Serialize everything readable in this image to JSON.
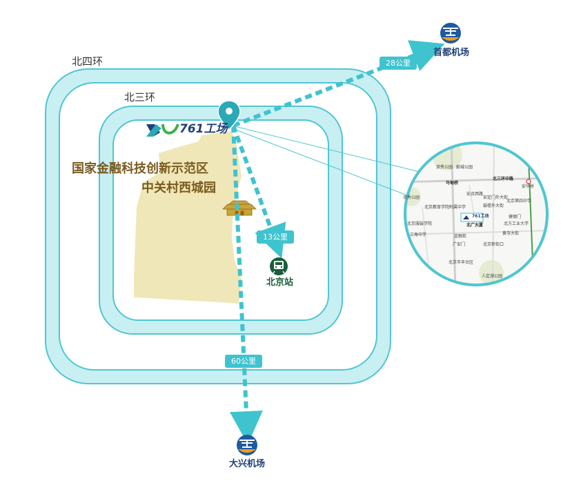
{
  "rings": {
    "outer_label": "北四环",
    "inner_label": "北三环"
  },
  "district": {
    "line1": "国家金融科技创新示范区",
    "line2": "中关村西城园"
  },
  "brand": {
    "text": "761工场"
  },
  "routes": [
    {
      "destination": "首都机场",
      "distance": "28公里"
    },
    {
      "destination": "北京站",
      "distance": "13公里"
    },
    {
      "destination": "大兴机场",
      "distance": "60公里"
    }
  ],
  "inset_map": {
    "labels": [
      "双秀公园",
      "蓟城公园",
      "马甸桥",
      "北三环中路",
      "安华桥",
      "安贞西路",
      "双秀公园",
      "北京教育学院附属中学",
      "安定门外大街",
      "北京第四中学",
      "鼓楼外大街",
      "健德门",
      "北方工业大学",
      "北广大厦",
      "北京服装学院",
      "三角中学",
      "金融街",
      "广安门",
      "黄寺大街",
      "北京新街口",
      "北京市丰台区",
      "人定湖公园"
    ],
    "brand_text": "761工场",
    "building": "北广大厦"
  },
  "colors": {
    "ring_fill": "#c8eff2",
    "ring_stroke": "#4fc6d1",
    "route": "#3fc3cf",
    "district_fill": "#f0e7b8",
    "pin": "#2aa9b5",
    "airport_blue": "#1f5aa0",
    "airport_orange": "#f29a1f",
    "station_green": "#1a5e3a"
  },
  "icons": {
    "pin": "map-pin-icon",
    "airport": "airport-logo-icon",
    "train": "train-icon"
  }
}
